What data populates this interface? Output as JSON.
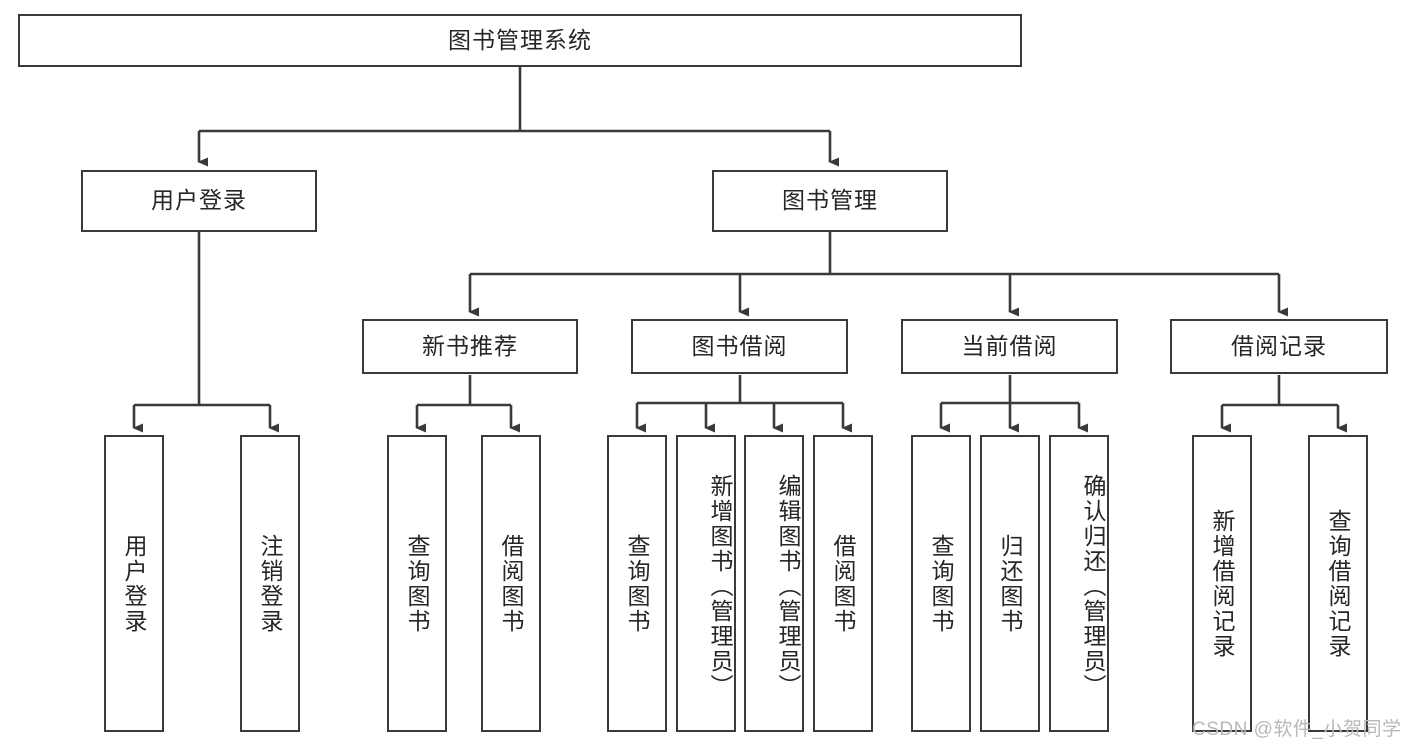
{
  "diagram": {
    "title": "图书管理系统",
    "type": "tree-hierarchy-diagram",
    "style": {
      "box_border_color": "#3a3a3a",
      "box_fill_color": "#ffffff",
      "edge_color": "#3a3a3a",
      "text_color": "#262626",
      "background": "#ffffff"
    },
    "root": {
      "label": "图书管理系统"
    },
    "level2": [
      {
        "label": "用户登录"
      },
      {
        "label": "图书管理"
      }
    ],
    "level3": [
      {
        "label": "新书推荐"
      },
      {
        "label": "图书借阅"
      },
      {
        "label": "当前借阅"
      },
      {
        "label": "借阅记录"
      }
    ],
    "leaves": {
      "user_login": [
        {
          "label": "用户登录"
        },
        {
          "label": "注销登录"
        }
      ],
      "new_book_recommend": [
        {
          "label": "查询图书"
        },
        {
          "label": "借阅图书"
        }
      ],
      "book_borrow": [
        {
          "label": "查询图书"
        },
        {
          "label": "新增图书（管理员）"
        },
        {
          "label": "编辑图书（管理员）"
        },
        {
          "label": "借阅图书"
        }
      ],
      "current_borrow": [
        {
          "label": "查询图书"
        },
        {
          "label": "归还图书"
        },
        {
          "label": "确认归还（管理员）"
        }
      ],
      "borrow_record": [
        {
          "label": "新增借阅记录"
        },
        {
          "label": "查询借阅记录"
        }
      ]
    }
  },
  "watermark": {
    "text": "CSDN @软件_小贺同学"
  }
}
